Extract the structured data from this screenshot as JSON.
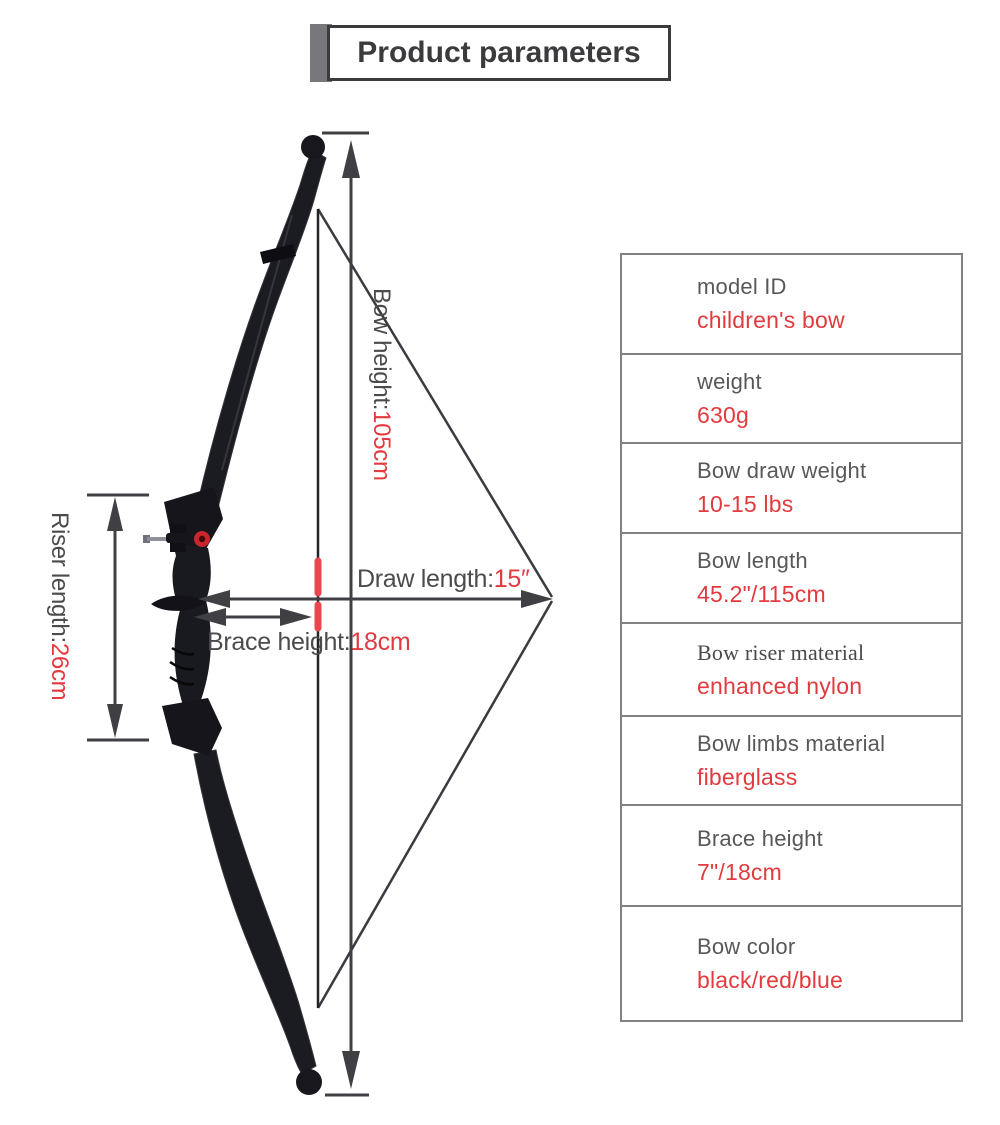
{
  "title": "Product parameters",
  "diagram": {
    "bow_height": {
      "label": "Bow height:",
      "value": "105cm"
    },
    "riser_length": {
      "label": "Riser length:",
      "value": "26cm"
    },
    "draw_length": {
      "label": "Draw length:",
      "value": "15″"
    },
    "brace_height": {
      "label": "Brace height:",
      "value": "18cm"
    }
  },
  "table": {
    "rows": [
      {
        "label": "model ID",
        "value": "children's bow"
      },
      {
        "label": "weight",
        "value": "630g"
      },
      {
        "label": "Bow draw weight",
        "value": "10-15 lbs"
      },
      {
        "label": "Bow length",
        "value": "45.2\"/115cm"
      },
      {
        "label": "Bow riser material",
        "value": "enhanced nylon"
      },
      {
        "label": "Bow limbs material",
        "value": "fiberglass"
      },
      {
        "label": "Brace height",
        "value": "7\"/18cm"
      },
      {
        "label": "Bow color",
        "value": "black/red/blue"
      }
    ]
  },
  "colors": {
    "accent_red": "#e23a3e",
    "label_gray": "#57585a",
    "dim_gray": "#4a4b4d",
    "border_gray": "#828282",
    "title_dark": "#3b3b3d",
    "title_bar_gray": "#77787b",
    "bow_black": "#1b1b22",
    "string_red": "#e8484d"
  }
}
